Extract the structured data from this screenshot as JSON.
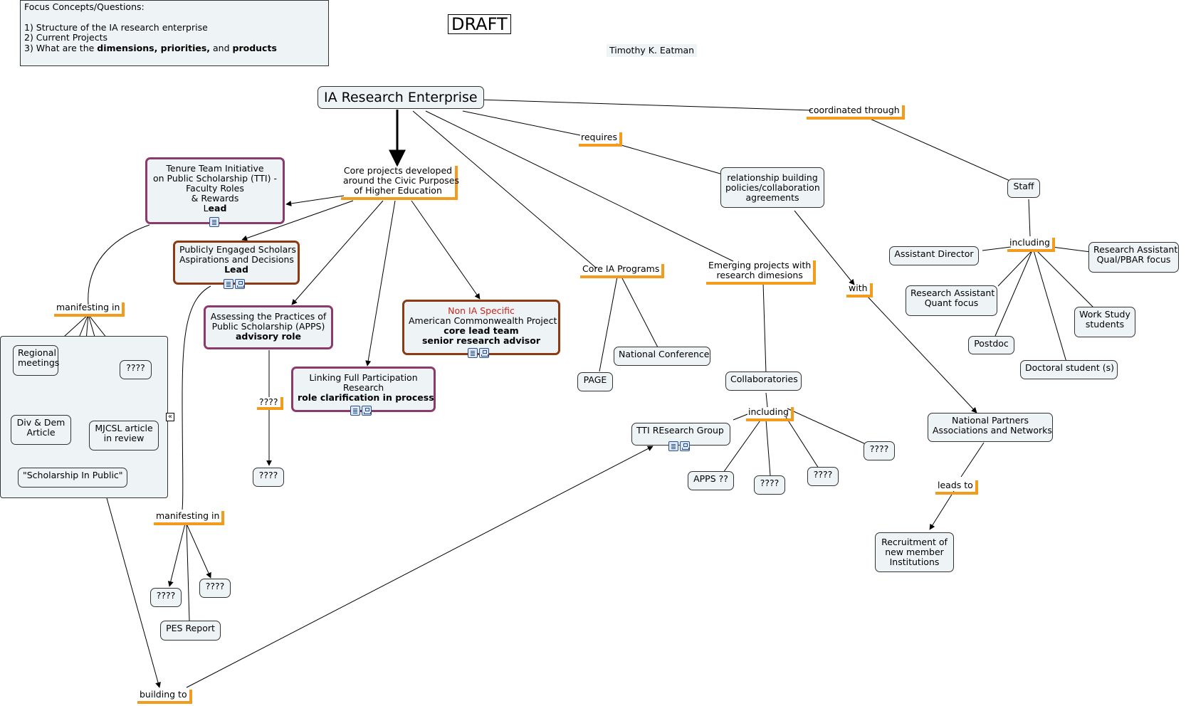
{
  "focus_box": {
    "title": "Focus Concepts/Questions:",
    "item1": "1) Structure of the IA research enterprise",
    "item2": "2) Current Projects",
    "item3_pre": "3) What are the ",
    "item3_bold": "dimensions, priorities,",
    "item3_mid": " and ",
    "item3_bold2": "products"
  },
  "draft_label": "DRAFT",
  "author": "Timothy K. Eatman",
  "nodes": {
    "root": "IA Research Enterprise",
    "tti_l1": "Tenure Team Initiative",
    "tti_l2": "on Public Scholarship (TTI) -",
    "tti_l3": "Faculty Roles",
    "tti_l4": "& Rewards",
    "tti_lead_pre": "L",
    "tti_lead_bold": "ead",
    "core_l1": "Core projects developed",
    "core_l2": "around the Civic Purposes",
    "core_l3": "of Higher Education",
    "pesad_l1": "Publicly Engaged Scholars",
    "pesad_l2": "Aspirations and Decisions",
    "pesad_lead": "Lead",
    "apps_l1": "Assessing the Practices of",
    "apps_l2": "Public Scholarship (APPS)",
    "apps_role": "advisory role",
    "nonia": "Non IA Specific",
    "acp_l1": "American Commonwealth Project",
    "acp_l2": "core lead team",
    "acp_l3": "senior research advisor",
    "lfp_l1": "Linking Full Participation",
    "lfp_l2": "Research",
    "lfp_l3": "role clarification in process",
    "rel_l1": "relationship building",
    "rel_l2": "policies/collaboration",
    "rel_l3": "agreements",
    "staff": "Staff",
    "asst_dir": "Assistant Director",
    "ra_qual_l1": "Research Assistant",
    "ra_qual_l2": "Qual/PBAR focus",
    "ra_quant_l1": "Research Assistant",
    "ra_quant_l2": "Quant focus",
    "work_study_l1": "Work Study",
    "work_study_l2": "students",
    "postdoc": "Postdoc",
    "doctoral": "Doctoral student (s)",
    "natl_l1": "National Partners",
    "natl_l2": "Associations and Networks",
    "recruit_l1": "Recruitment of",
    "recruit_l2": "new member",
    "recruit_l3": "Institutions",
    "national_conf": "National Conference",
    "page": "PAGE",
    "collab": "Collaboratories",
    "tti_rg": "TTI REsearch Group",
    "apps_q": "APPS ??",
    "q_c1": "????",
    "q_c2": "????",
    "q_c3": "????",
    "regional_l1": "Regional",
    "regional_l2": "meetings",
    "q_g1": "????",
    "divdem_l1": "Div & Dem",
    "divdem_l2": "Article",
    "mjcsl_l1": "MJCSL article",
    "mjcsl_l2": "in review",
    "sip": "\"Scholarship In Public\"",
    "q_apps_out": "????",
    "q_m1": "????",
    "q_m2": "????",
    "pes_report": "PES Report"
  },
  "links": {
    "coordinated": "coordinated through",
    "requires": "requires",
    "including_staff": "including",
    "with": "with",
    "leads_to": "leads to",
    "core_ia_l1": "Core IA Programs",
    "emerging_l1": "Emerging projects with",
    "emerging_l2": "research dimesions",
    "including_collab": "including",
    "manifesting1": "manifesting in",
    "manifesting2": "manifesting in",
    "apps_q": "????",
    "building_to": "building to"
  },
  "colors": {
    "node_fill": "#eef3f5",
    "link_underline": "#f29b1d",
    "purple_border": "#8b3a6b",
    "brown_border": "#8b3a14",
    "non_ia_red": "#d0241c"
  }
}
